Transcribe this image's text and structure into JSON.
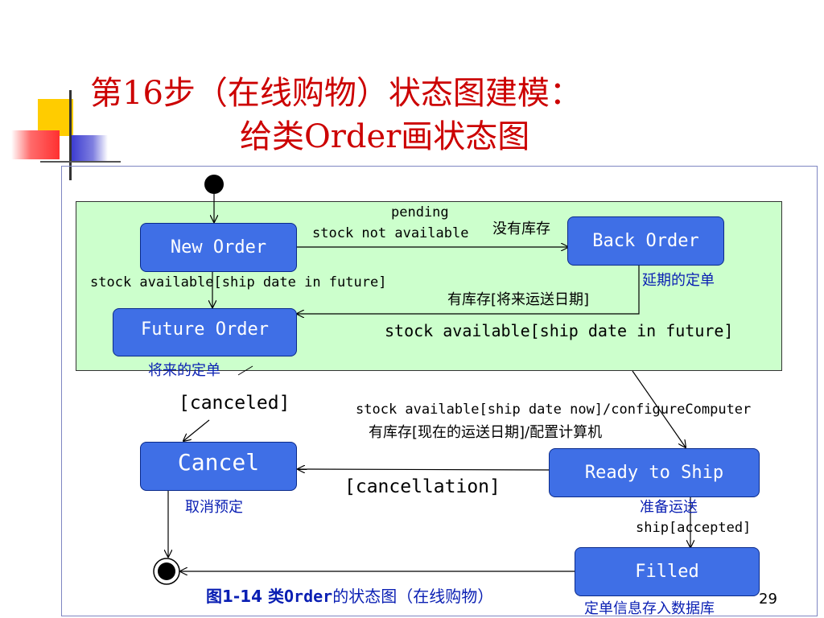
{
  "slide": {
    "title_line1": "第16步（在线购物）状态图建模：",
    "title_line2": "给类Order画状态图",
    "page_number": "29",
    "caption_prefix": "图1-14 类",
    "caption_code": "Order",
    "caption_suffix": "的状态图（在线购物）"
  },
  "states": {
    "new_order": "New Order",
    "back_order": "Back Order",
    "future_order": "Future Order",
    "cancel": "Cancel",
    "ready_to_ship": "Ready to Ship",
    "filled": "Filled"
  },
  "state_notes": {
    "back_order": "延期的定单",
    "future_order": "将来的定单",
    "cancel": "取消预定",
    "ready_to_ship": "准备运送",
    "filled": "定单信息存入数据库"
  },
  "transitions": {
    "pending": "pending",
    "stock_not_available": "stock not available",
    "stock_not_available_cn": "没有库存",
    "stock_available_future_left": "stock available[ship date in future]",
    "stock_available_future_cn": "有库存[将来运送日期]",
    "stock_available_future_right": "stock available[ship date in future]",
    "canceled": "[canceled]",
    "ship_now": "stock available[ship date now]/configureComputer",
    "ship_now_cn": "有库存[现在的运送日期]/配置计算机",
    "cancellation": "[cancellation]",
    "ship_accepted": "ship[accepted]"
  },
  "colors": {
    "title": "#cc0000",
    "state_fill": "#3f6fe6",
    "note_text": "#0a1fb3",
    "composite_fill": "#ccffcc"
  }
}
